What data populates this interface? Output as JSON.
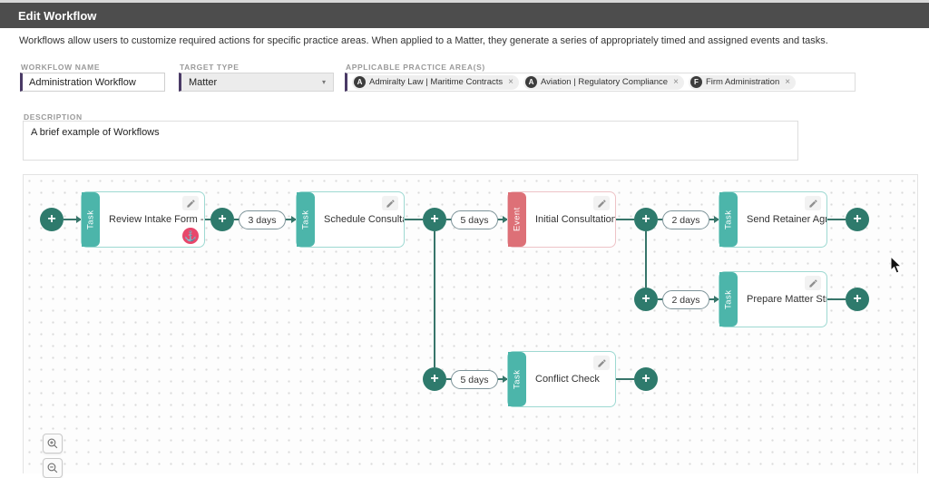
{
  "header": {
    "title": "Edit Workflow"
  },
  "intro": "Workflows allow users to customize required actions for specific practice areas. When applied to a Matter, they generate a series of appropriately timed and assigned events and tasks.",
  "form": {
    "workflow_name": {
      "label": "WORKFLOW NAME",
      "value": "Administration Workflow"
    },
    "target_type": {
      "label": "TARGET TYPE",
      "value": "Matter",
      "caret": "▾"
    },
    "practice_areas": {
      "label": "APPLICABLE PRACTICE AREA(S)",
      "remove_symbol": "×",
      "chips": [
        {
          "initial": "A",
          "label": "Admiralty Law | Maritime Contracts"
        },
        {
          "initial": "A",
          "label": "Aviation | Regulatory Compliance"
        },
        {
          "initial": "F",
          "label": "Firm Administration"
        }
      ]
    },
    "description": {
      "label": "DESCRIPTION",
      "value": "A brief example of Workflows"
    }
  },
  "canvas": {
    "plus_symbol": "+",
    "anchor_symbol": "⚓",
    "nodes": [
      {
        "type": "Task",
        "label": "Review Intake Form -..."
      },
      {
        "type": "Task",
        "label": "Schedule Consultation"
      },
      {
        "type": "Event",
        "label": "Initial Consultation"
      },
      {
        "type": "Task",
        "label": "Send Retainer Agree..."
      },
      {
        "type": "Task",
        "label": "Prepare Matter Struc..."
      },
      {
        "type": "Task",
        "label": "Conflict Check"
      }
    ],
    "delays": [
      "3 days",
      "5 days",
      "2 days",
      "2 days",
      "5 days"
    ],
    "colors": {
      "task": "#4cb5aa",
      "event": "#dd7077",
      "plus": "#2e7a6c",
      "badge": "#e8476b",
      "accent": "#4a3a66"
    }
  }
}
